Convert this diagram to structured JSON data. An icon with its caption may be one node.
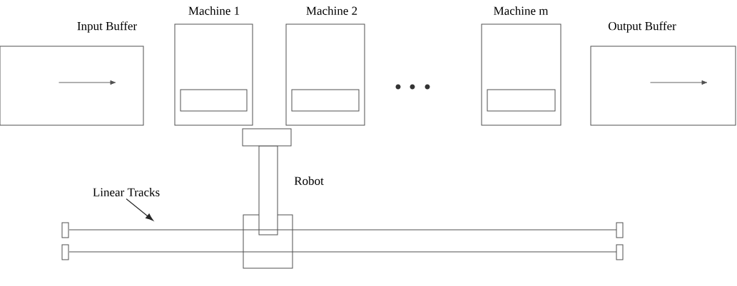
{
  "diagram": {
    "nodes": [
      {
        "text": [
          "Input Buffer"
        ]
      },
      {
        "text": [
          "Machine 1"
        ]
      },
      {
        "text": [
          "Machine 2"
        ]
      },
      {
        "text": [
          "Machine m"
        ]
      },
      {
        "text": [
          "Output Buffer"
        ]
      },
      {
        "text": [
          "Linear Tracks"
        ]
      },
      {
        "text": [],
        "shape": "bar"
      }
    ],
    "edges": [
      {
        "from": 5,
        "to": 6,
        "arrow": "to"
      }
    ],
    "labels": [
      "Robot"
    ]
  }
}
